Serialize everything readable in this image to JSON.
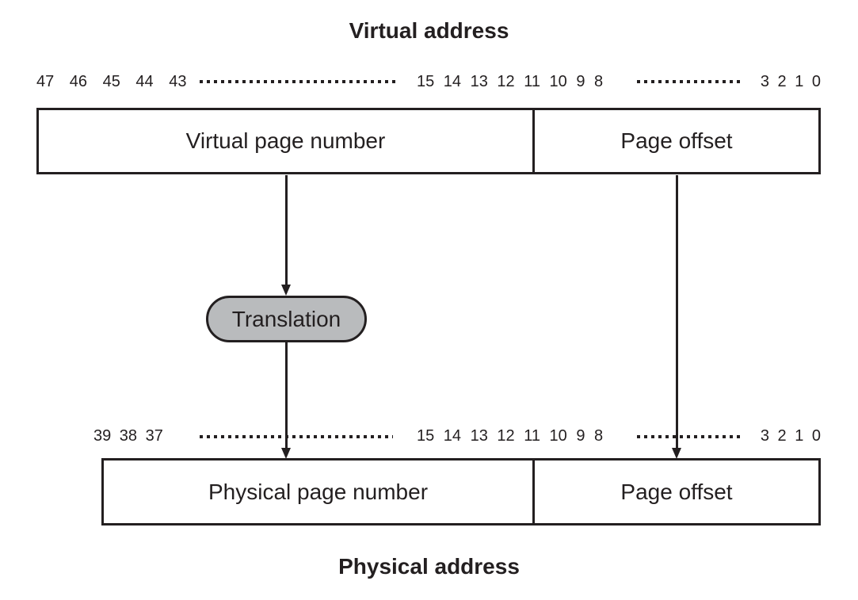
{
  "titles": {
    "top": "Virtual address",
    "bottom": "Physical address"
  },
  "virtual_bit_labels": {
    "high": "47 46 45 44 43",
    "mid": "15 14 13 12 11 10 9 8",
    "low": "3 2 1 0"
  },
  "physical_bit_labels": {
    "high": "39 38 37",
    "mid": "15 14 13 12 11 10 9 8",
    "low": "3 2 1 0"
  },
  "virtual_box": {
    "left_label": "Virtual page number",
    "right_label": "Page offset"
  },
  "physical_box": {
    "left_label": "Physical page number",
    "right_label": "Page offset"
  },
  "translation": {
    "label": "Translation"
  },
  "colors": {
    "ink": "#231f20",
    "translation_fill": "#b9bbbd",
    "background": "#ffffff"
  }
}
